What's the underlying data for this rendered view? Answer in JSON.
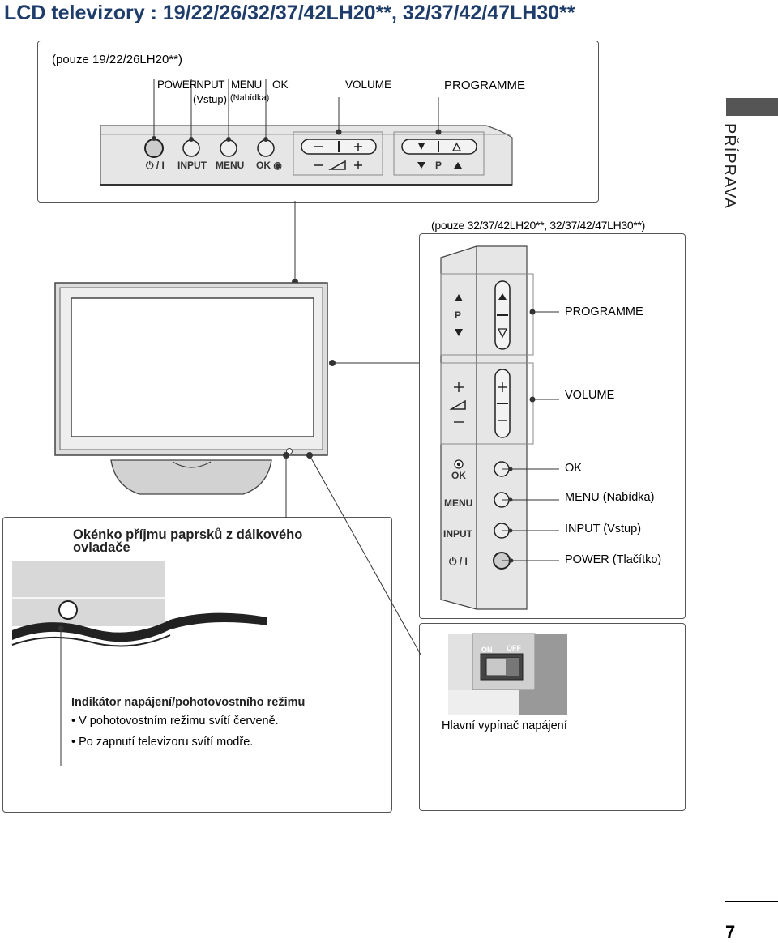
{
  "page_title": "LCD televizory : 19/22/26/32/37/42LH20**, 32/37/42/47LH30**",
  "side_tab_label": "PŘÍPRAVA",
  "page_number": "7",
  "top_panel": {
    "note": "(pouze 19/22/26LH20**)",
    "labels": {
      "power": "POWER",
      "input": "INPUT",
      "input_sub": "(Vstup)",
      "menu": "MENU",
      "menu_sub": "(Nabídka)",
      "ok": "OK",
      "volume": "VOLUME",
      "programme": "PROGRAMME"
    },
    "captions": {
      "power": "⏻ / I",
      "input": "INPUT",
      "menu": "MENU",
      "ok": "OK ◉",
      "prog_p": "P"
    }
  },
  "side_panel": {
    "note": "(pouze 32/37/42LH20**, 32/37/42/47LH30**)",
    "labels": {
      "programme": "PROGRAMME",
      "volume": "VOLUME",
      "ok": "OK",
      "menu": "MENU",
      "menu_sub": "(Nabídka)",
      "input": "INPUT",
      "input_sub": "(Vstup)",
      "power": "POWER",
      "power_sub": "(Tlačítko)"
    },
    "captions": {
      "p": "P",
      "ok": "OK",
      "menu": "MENU",
      "input": "INPUT",
      "power": "⏻ / I"
    }
  },
  "remote_box": {
    "title": "Okénko příjmu paprsků z dálkového ovladače",
    "indicator_title": "Indikátor napájení/pohotovostního režimu",
    "bullet1": "• V  pohotovostním režimu svítí červeně.",
    "bullet2": "• Po zapnutí televizoru svítí modře."
  },
  "switch_box": {
    "on": "ON",
    "off": "OFF",
    "caption": "Hlavní vypínač napájení"
  }
}
